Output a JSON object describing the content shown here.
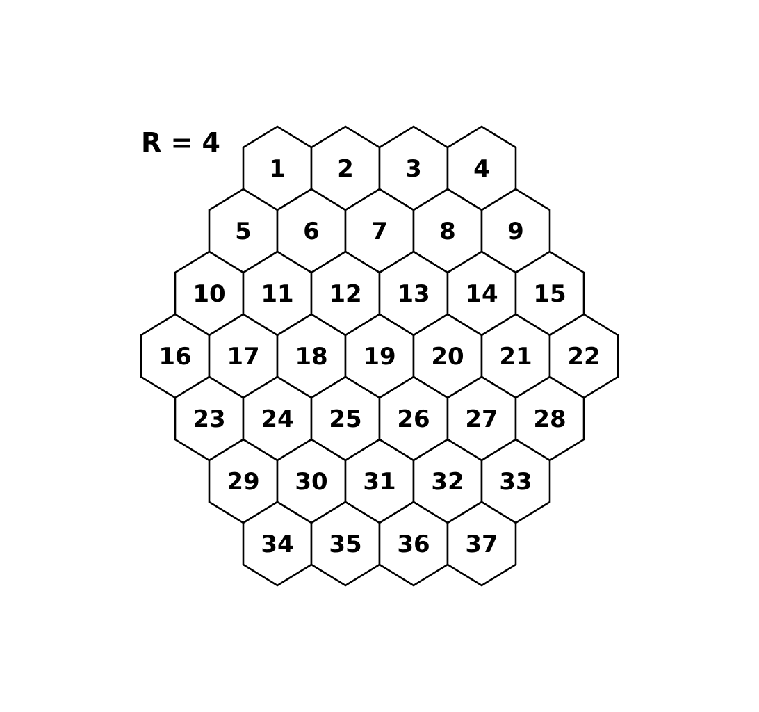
{
  "diagram": {
    "radius_label": "R = 4",
    "rows": [
      [
        "1",
        "2",
        "3",
        "4"
      ],
      [
        "5",
        "6",
        "7",
        "8",
        "9"
      ],
      [
        "10",
        "11",
        "12",
        "13",
        "14",
        "15"
      ],
      [
        "16",
        "17",
        "18",
        "19",
        "20",
        "21",
        "22"
      ],
      [
        "23",
        "24",
        "25",
        "26",
        "27",
        "28"
      ],
      [
        "29",
        "30",
        "31",
        "32",
        "33"
      ],
      [
        "34",
        "35",
        "36",
        "37"
      ]
    ]
  }
}
